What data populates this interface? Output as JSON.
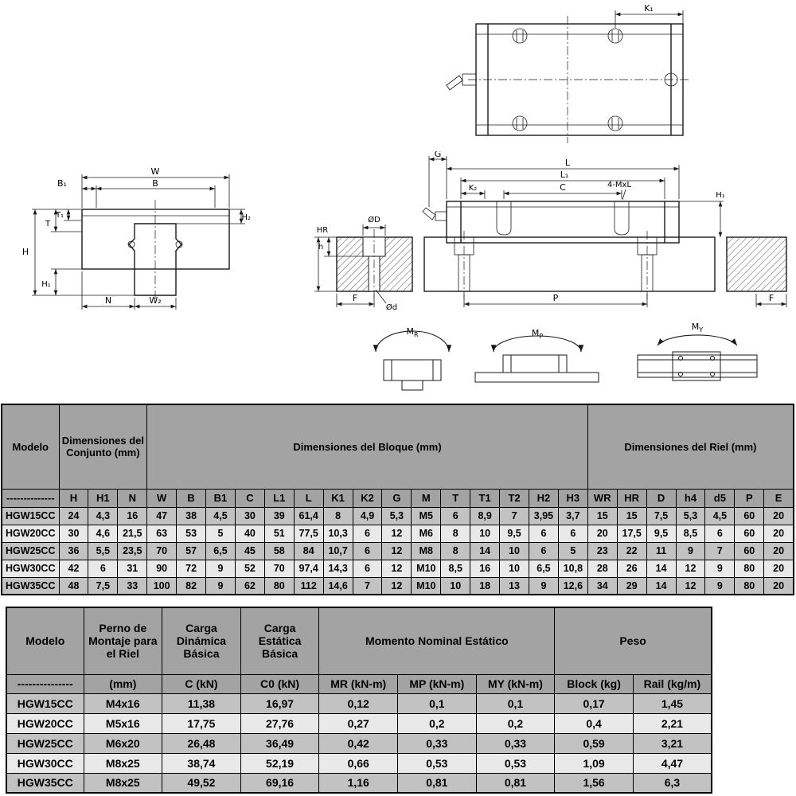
{
  "drawings": {
    "top_view": {
      "k1": "K₁"
    },
    "front_view": {
      "w": "W",
      "b": "B",
      "b1": "B₁",
      "t1": "T₁",
      "t": "T",
      "h": "H",
      "h1": "H₁",
      "n": "N",
      "w2": "W₂",
      "h2": "H₂"
    },
    "side_view": {
      "g": "G",
      "l": "L",
      "l1": "L₁",
      "k2": "K₂",
      "c": "C",
      "bolt_label": "4-MxL",
      "h1": "H₁",
      "od_counterbore": "ØD",
      "h": "h",
      "hr": "HR",
      "od_hole": "Ød",
      "f_left": "F",
      "p": "P",
      "f_right": "F"
    },
    "moments": {
      "m": "M",
      "r": "R",
      "p": "P",
      "y": "Y"
    }
  },
  "table1": {
    "groups": [
      {
        "label": "Modelo",
        "colspan": 1
      },
      {
        "label": "Dimensiones del Conjunto (mm)",
        "colspan": 3
      },
      {
        "label": "Dimensiones del Bloque (mm)",
        "colspan": 15
      },
      {
        "label": "Dimensiones del Riel (mm)",
        "colspan": 7
      }
    ],
    "subheader": [
      "--------------",
      "H",
      "H1",
      "N",
      "W",
      "B",
      "B1",
      "C",
      "L1",
      "L",
      "K1",
      "K2",
      "G",
      "M",
      "T",
      "T1",
      "T2",
      "H2",
      "H3",
      "WR",
      "HR",
      "D",
      "h4",
      "d5",
      "P",
      "E"
    ],
    "rows": [
      [
        "HGW15CC",
        "24",
        "4,3",
        "16",
        "47",
        "38",
        "4,5",
        "30",
        "39",
        "61,4",
        "8",
        "4,9",
        "5,3",
        "M5",
        "6",
        "8,9",
        "7",
        "3,95",
        "3,7",
        "15",
        "15",
        "7,5",
        "5,3",
        "4,5",
        "60",
        "20"
      ],
      [
        "HGW20CC",
        "30",
        "4,6",
        "21,5",
        "63",
        "53",
        "5",
        "40",
        "51",
        "77,5",
        "10,3",
        "6",
        "12",
        "M6",
        "8",
        "10",
        "9,5",
        "6",
        "6",
        "20",
        "17,5",
        "9,5",
        "8,5",
        "6",
        "60",
        "20"
      ],
      [
        "HGW25CC",
        "36",
        "5,5",
        "23,5",
        "70",
        "57",
        "6,5",
        "45",
        "58",
        "84",
        "10,7",
        "6",
        "12",
        "M8",
        "8",
        "14",
        "10",
        "6",
        "5",
        "23",
        "22",
        "11",
        "9",
        "7",
        "60",
        "20"
      ],
      [
        "HGW30CC",
        "42",
        "6",
        "31",
        "90",
        "72",
        "9",
        "52",
        "70",
        "97,4",
        "14,3",
        "6",
        "12",
        "M10",
        "8,5",
        "16",
        "10",
        "6,5",
        "10,8",
        "28",
        "26",
        "14",
        "12",
        "9",
        "80",
        "20"
      ],
      [
        "HGW35CC",
        "48",
        "7,5",
        "33",
        "100",
        "82",
        "9",
        "62",
        "80",
        "112",
        "14,6",
        "7",
        "12",
        "M10",
        "10",
        "18",
        "13",
        "9",
        "12,6",
        "34",
        "29",
        "14",
        "12",
        "9",
        "80",
        "20"
      ]
    ]
  },
  "table2": {
    "groups": [
      {
        "label": "Modelo",
        "colspan": 1
      },
      {
        "label": "Perno de Montaje para el Riel",
        "colspan": 1
      },
      {
        "label": "Carga Dinámica Básica",
        "colspan": 1
      },
      {
        "label": "Carga Estática Básica",
        "colspan": 1
      },
      {
        "label": "Momento Nominal Estático",
        "colspan": 3
      },
      {
        "label": "Peso",
        "colspan": 2
      }
    ],
    "subheader": [
      "---------------",
      "(mm)",
      "C (kN)",
      "C0 (kN)",
      "MR (kN-m)",
      "MP (kN-m)",
      "MY (kN-m)",
      "Block (kg)",
      "Rail (kg/m)"
    ],
    "rows": [
      [
        "HGW15CC",
        "M4x16",
        "11,38",
        "16,97",
        "0,12",
        "0,1",
        "0,1",
        "0,17",
        "1,45"
      ],
      [
        "HGW20CC",
        "M5x16",
        "17,75",
        "27,76",
        "0,27",
        "0,2",
        "0,2",
        "0,4",
        "2,21"
      ],
      [
        "HGW25CC",
        "M6x20",
        "26,48",
        "36,49",
        "0,42",
        "0,33",
        "0,33",
        "0,59",
        "3,21"
      ],
      [
        "HGW30CC",
        "M8x25",
        "38,74",
        "52,19",
        "0,66",
        "0,53",
        "0,53",
        "1,09",
        "4,47"
      ],
      [
        "HGW35CC",
        "M8x25",
        "49,52",
        "69,16",
        "1,16",
        "0,81",
        "0,81",
        "1,56",
        "6,3"
      ]
    ]
  }
}
